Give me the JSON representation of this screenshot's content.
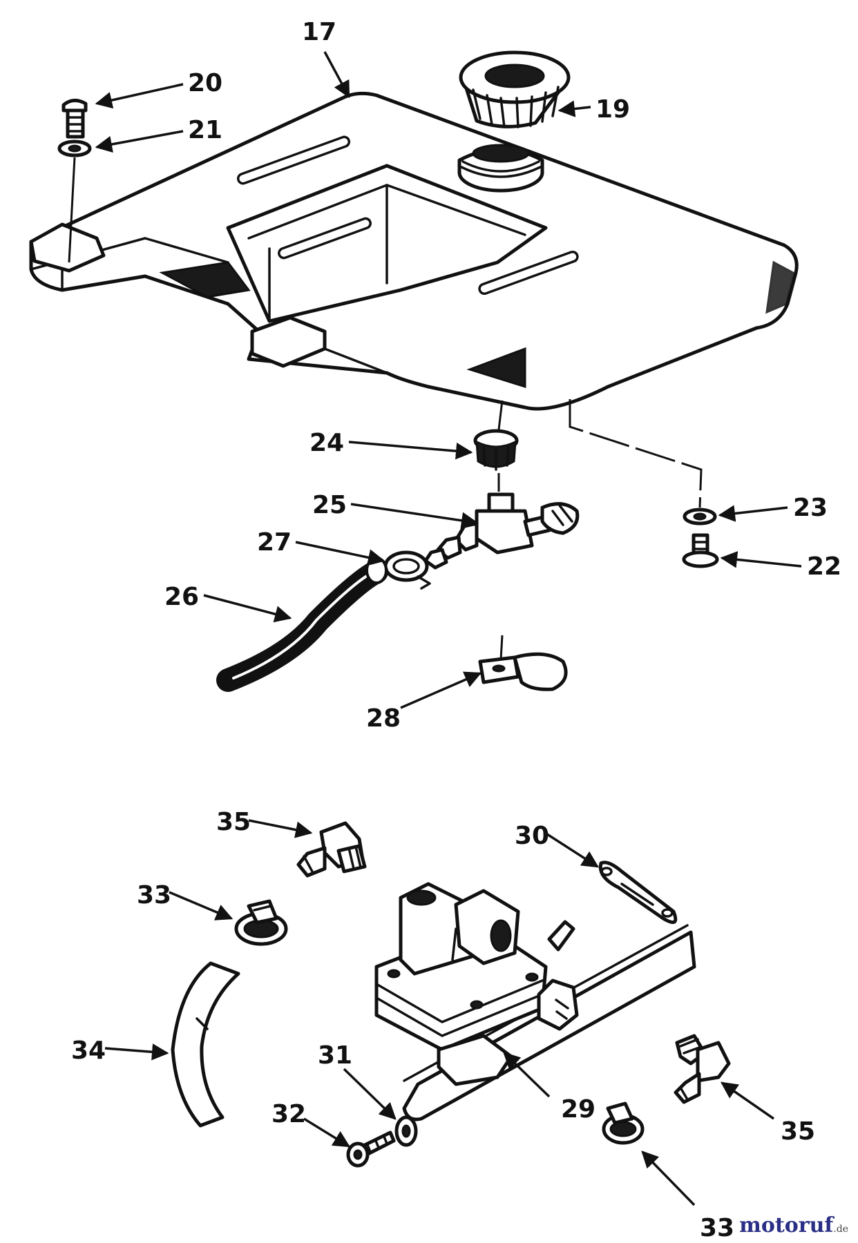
{
  "diagram": {
    "callouts": [
      "17",
      "19",
      "20",
      "21",
      "22",
      "23",
      "24",
      "25",
      "26",
      "27",
      "28",
      "29",
      "30",
      "31",
      "32",
      "33",
      "33",
      "34",
      "35",
      "35"
    ]
  },
  "watermark": {
    "name": "motoruf",
    "tld": ".de"
  },
  "colors": {
    "ink": "#111111",
    "background": "#ffffff",
    "watermark_brand": "#2a2f85"
  }
}
